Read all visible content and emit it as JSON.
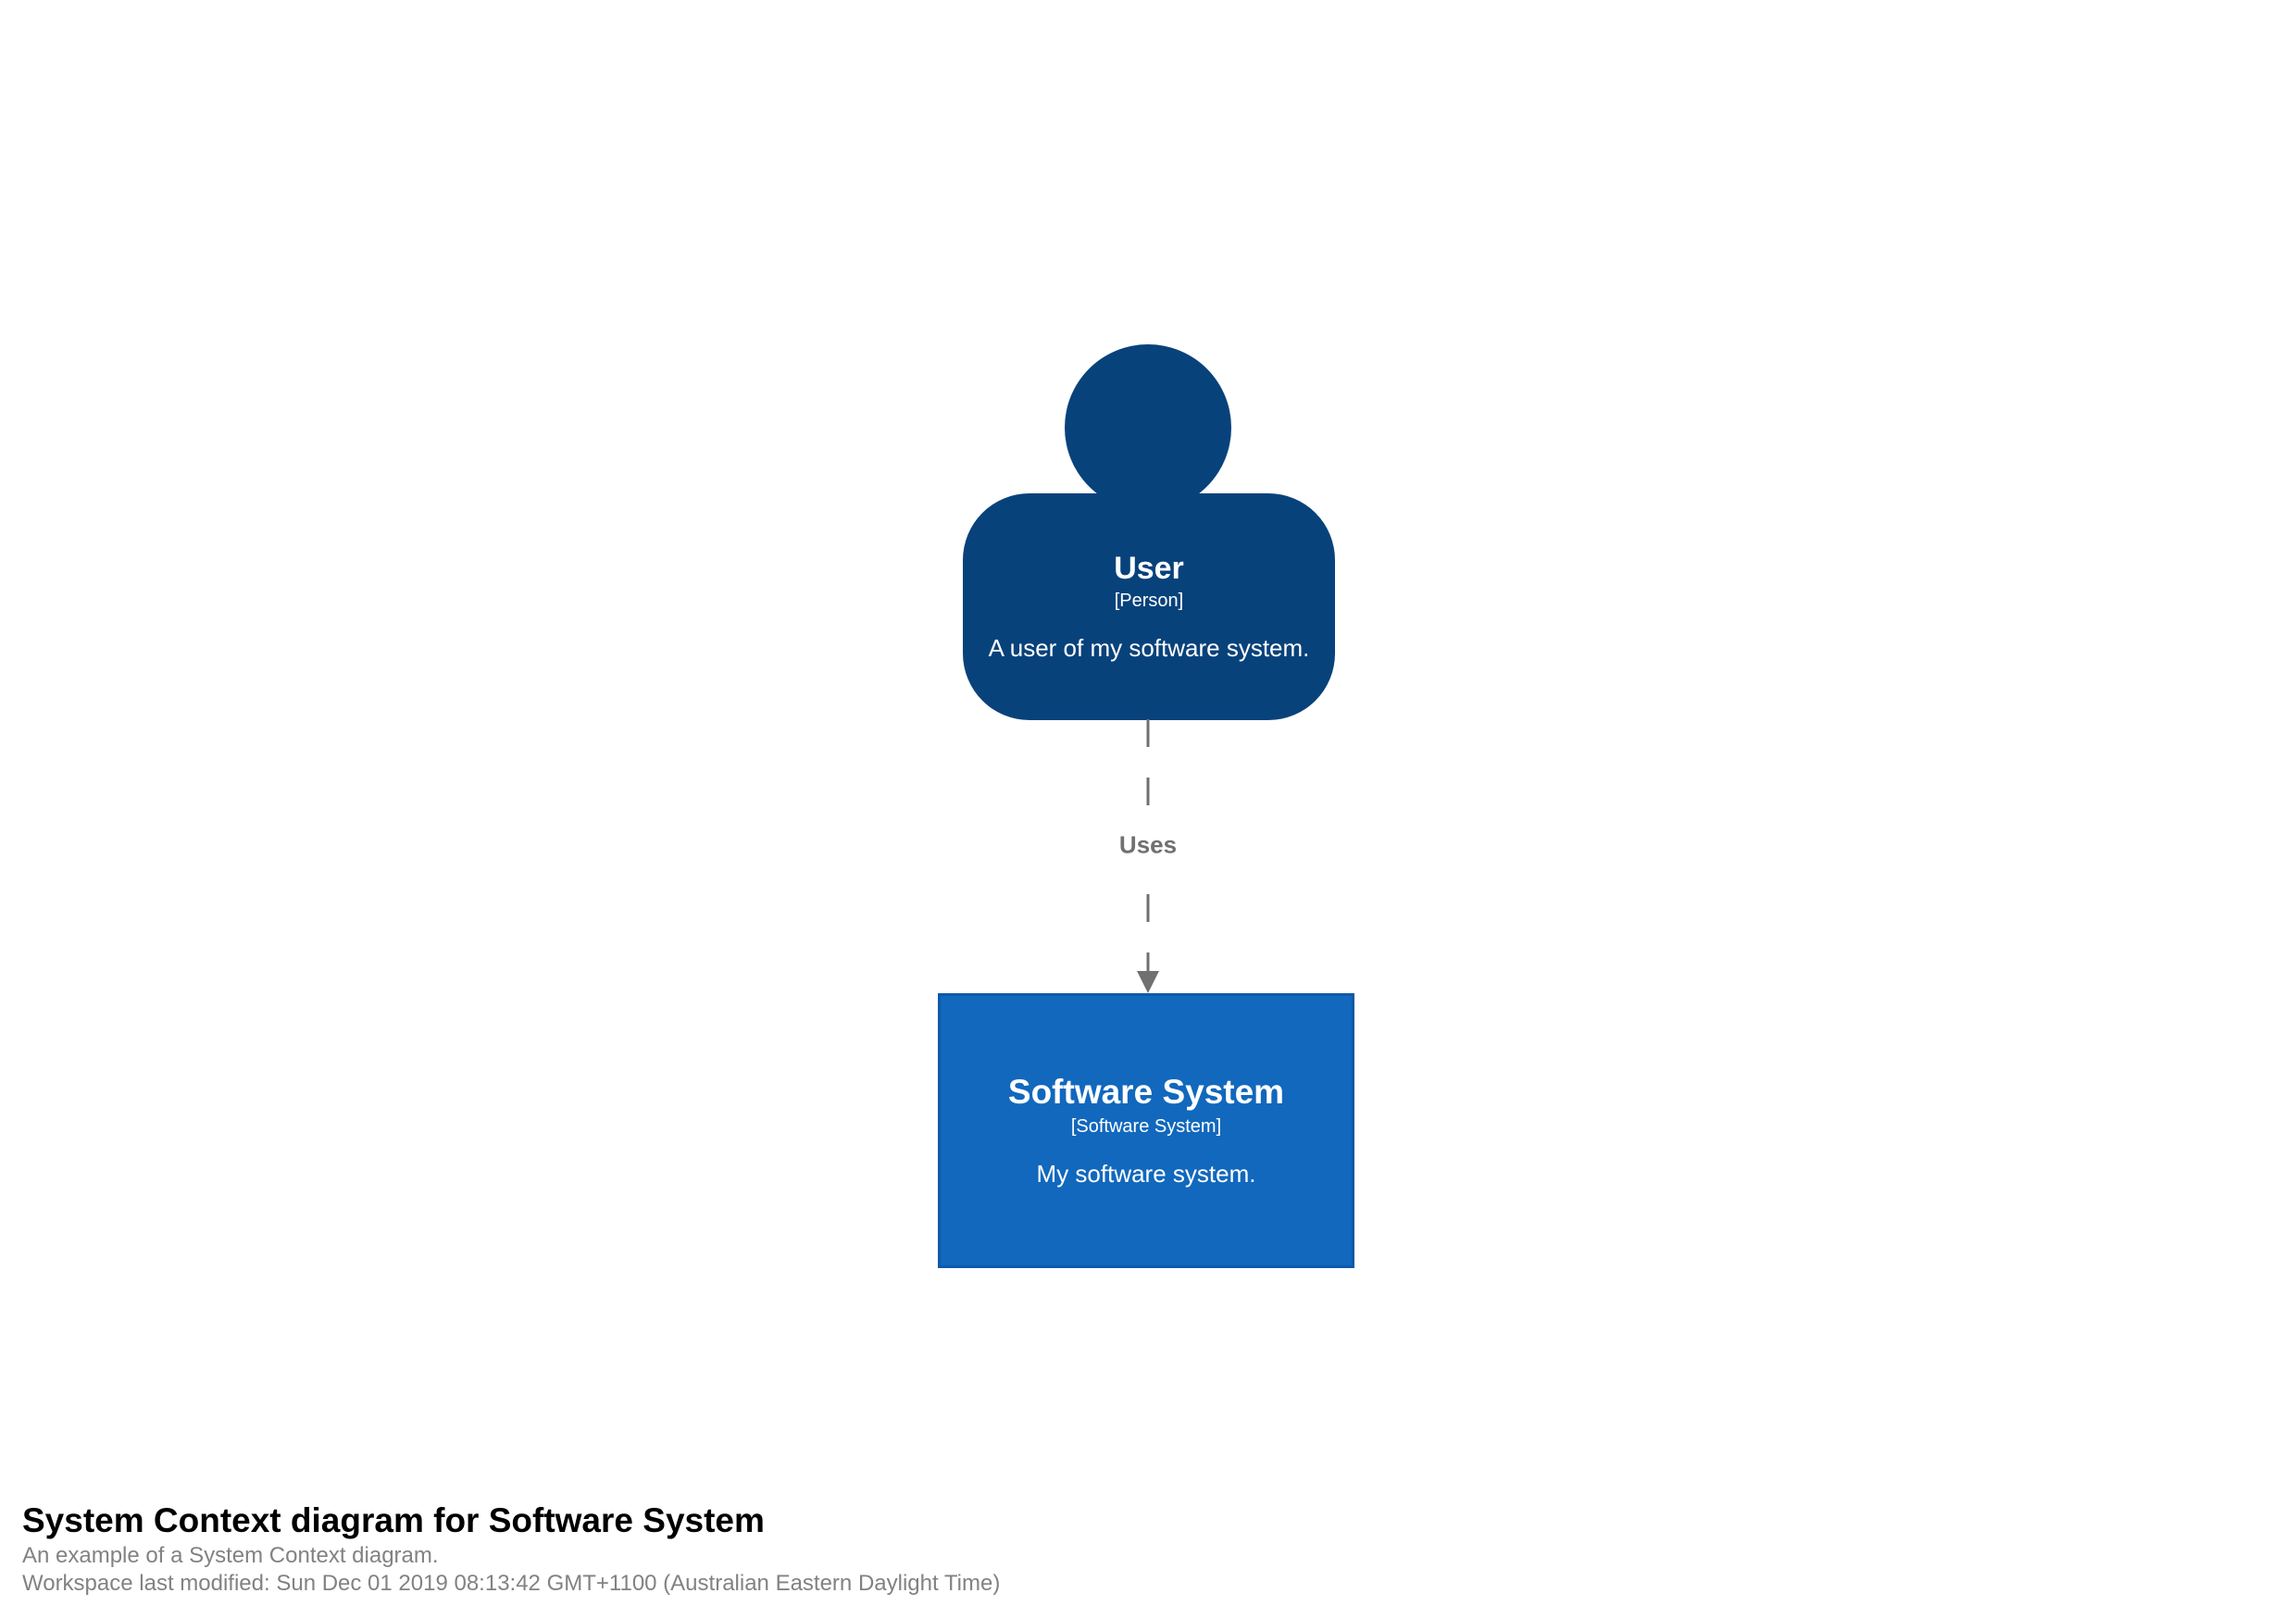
{
  "diagram": {
    "person": {
      "name": "User",
      "meta": "[Person]",
      "description": "A user of my software system.",
      "fill": "#08427b",
      "text_color": "#ffffff"
    },
    "software_system": {
      "name": "Software System",
      "meta": "[Software System]",
      "description": "My software system.",
      "fill": "#1168bd",
      "border_color": "#0d5aa8",
      "text_color": "#ffffff"
    },
    "relationship": {
      "label": "Uses",
      "color": "#707070",
      "style": "dashed"
    }
  },
  "footer": {
    "title": "System Context diagram for Software System",
    "subtitle": "An example of a System Context diagram.",
    "modified": "Workspace last modified: Sun Dec 01 2019 08:13:42 GMT+1100 (Australian Eastern Daylight Time)"
  }
}
